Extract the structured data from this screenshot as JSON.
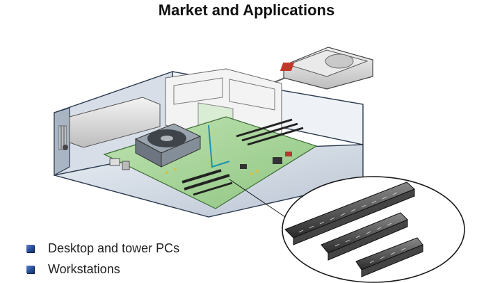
{
  "slide": {
    "title": "Market and Applications"
  },
  "bullets": [
    {
      "label": "Desktop and tower PCs",
      "icon": "square-bullet-icon"
    },
    {
      "label": "Workstations",
      "icon": "square-bullet-icon"
    }
  ],
  "colors": {
    "bullet": "#2a4f9c",
    "motherboard": "#a8d49a",
    "chassis": "#cfd8e3",
    "hdd_label": "#c0392b"
  }
}
